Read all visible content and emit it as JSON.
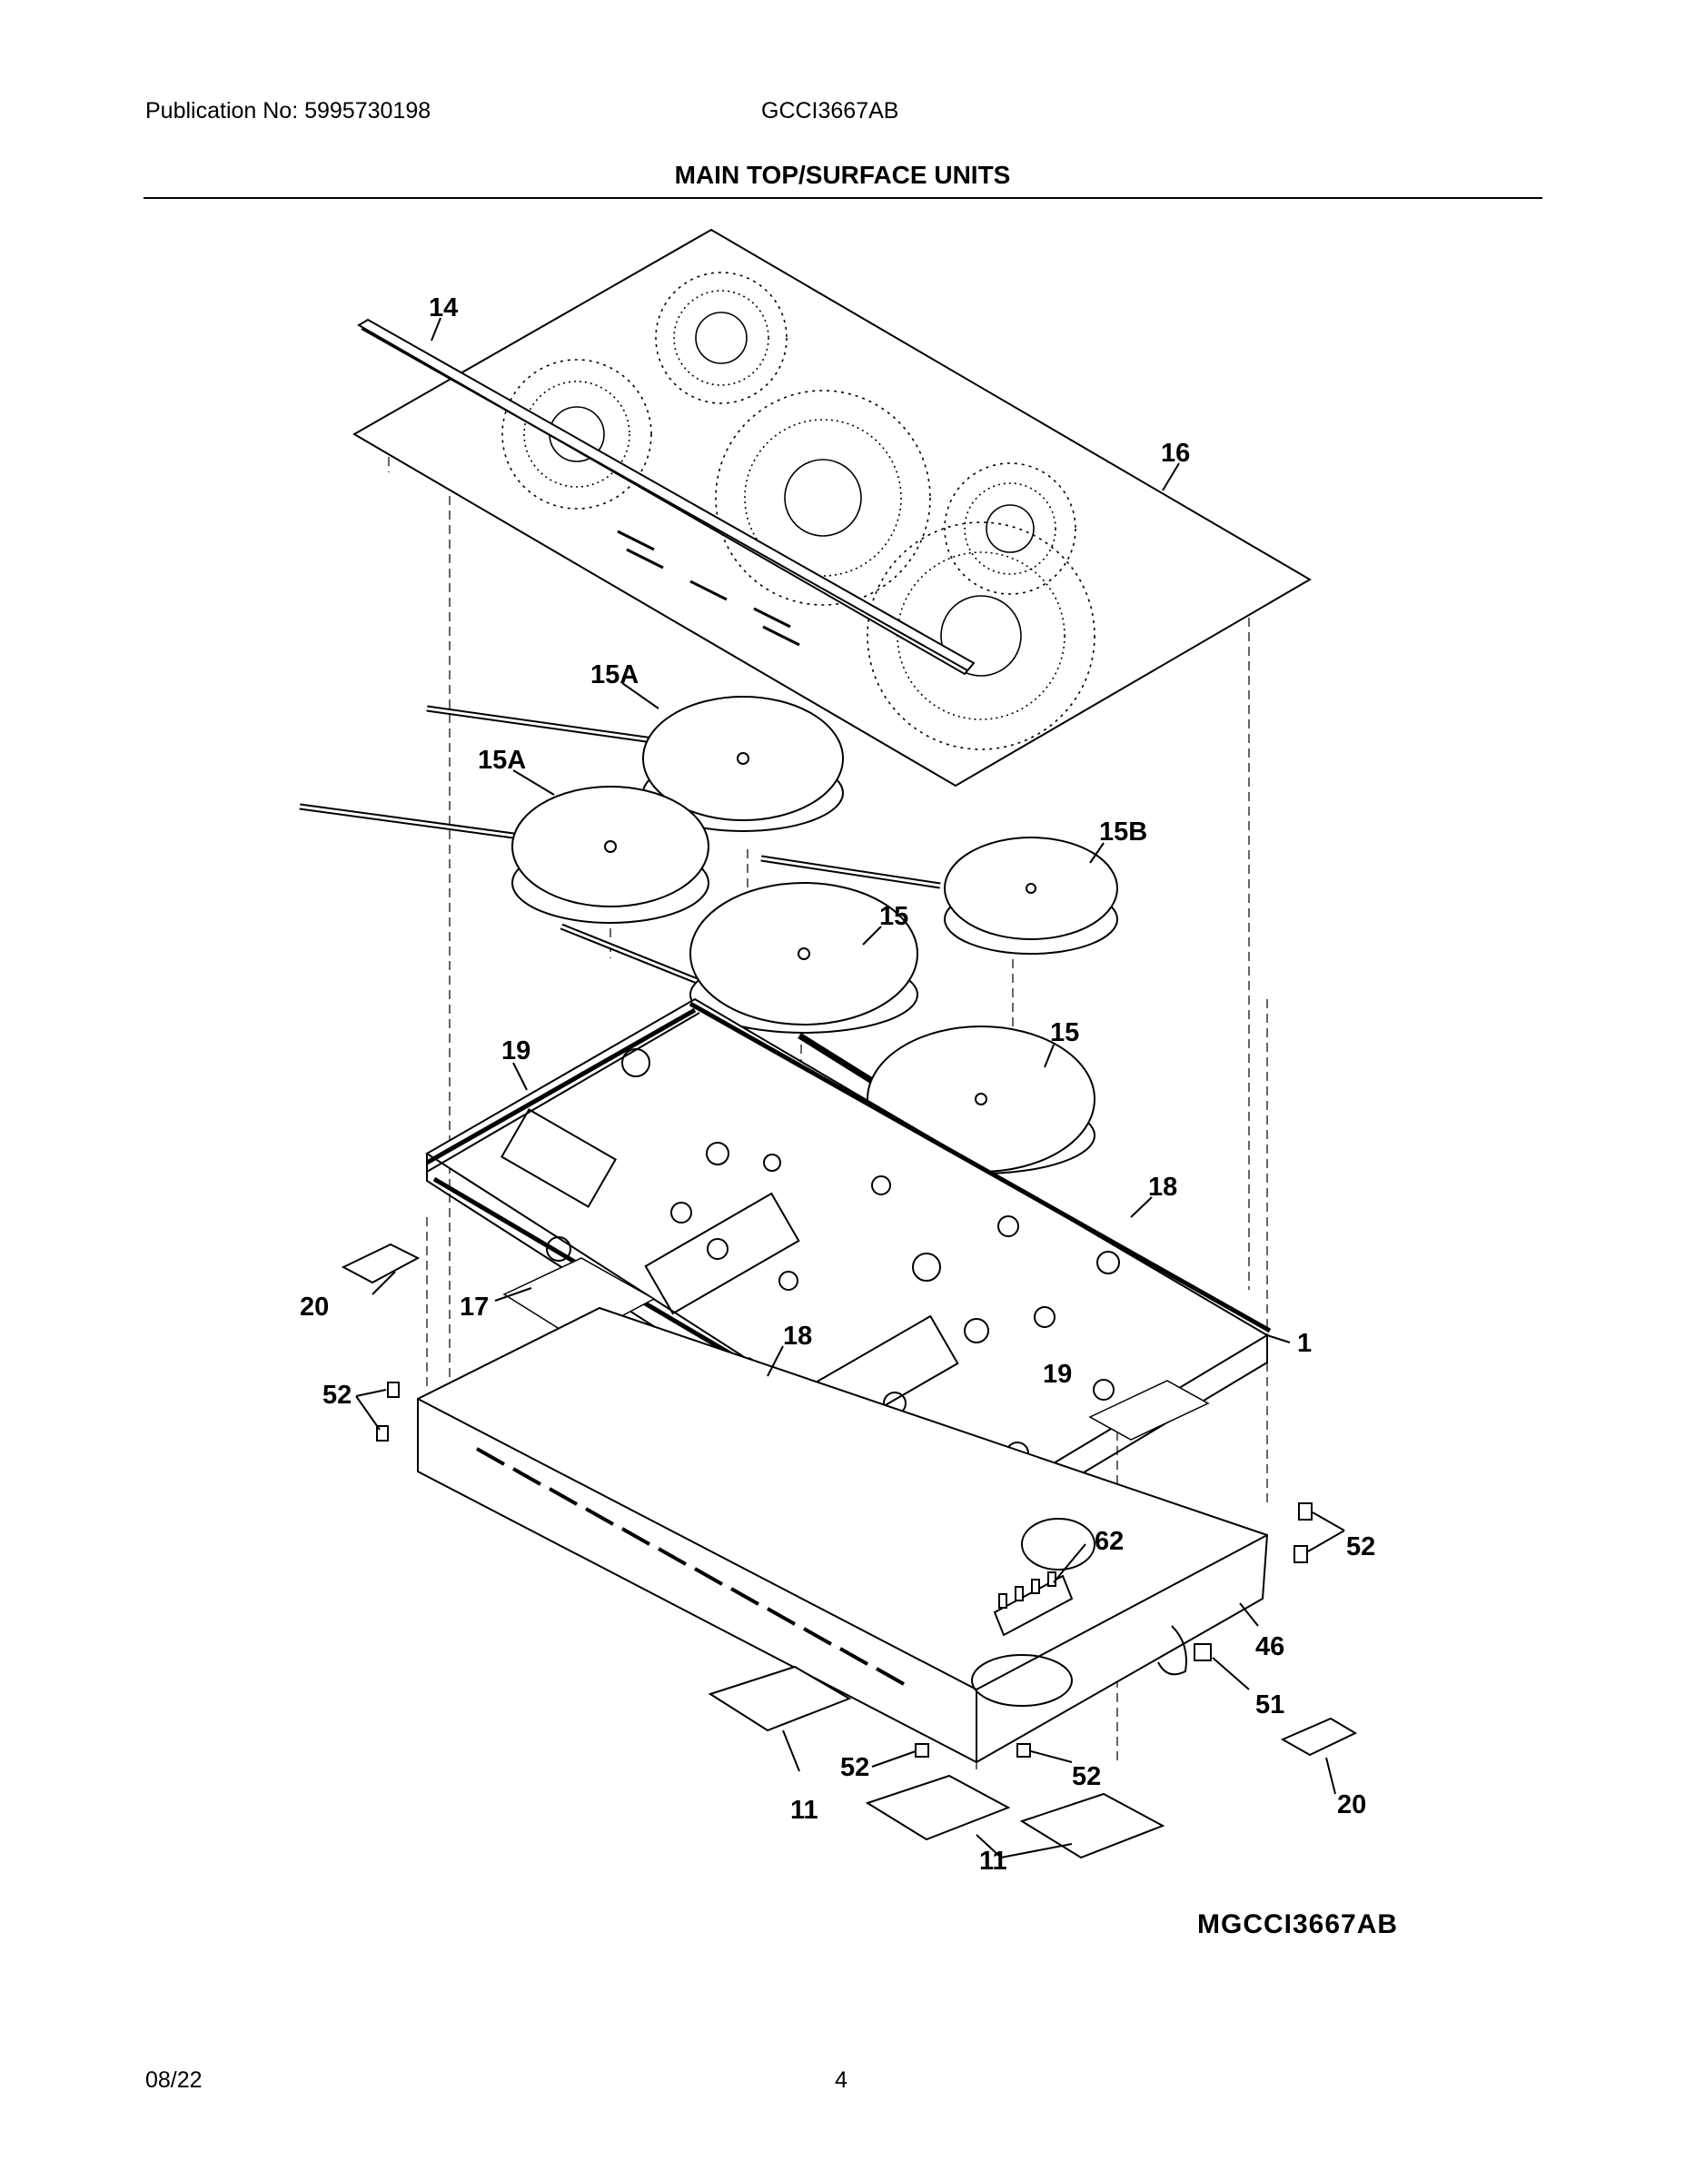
{
  "header": {
    "publication": "Publication No: 5995730198",
    "model": "GCCI3667AB",
    "title": "MAIN TOP/SURFACE UNITS"
  },
  "callouts": {
    "c14": "14",
    "c16": "16",
    "c15a_top": "15A",
    "c15a_mid": "15A",
    "c15b": "15B",
    "c15_upper": "15",
    "c15_lower": "15",
    "c19_left": "19",
    "c19_right": "19",
    "c18_right": "18",
    "c18_center": "18",
    "c17": "17",
    "c20_left": "20",
    "c20_right": "20",
    "c1": "1",
    "c52_left": "52",
    "c52_right": "52",
    "c52_bottom_left": "52",
    "c52_bottom_right": "52",
    "c62": "62",
    "c46": "46",
    "c51": "51",
    "c11_left": "11",
    "c11_bottom": "11"
  },
  "drawing_id": "MGCCI3667AB",
  "footer": {
    "date": "08/22",
    "page": "4"
  }
}
